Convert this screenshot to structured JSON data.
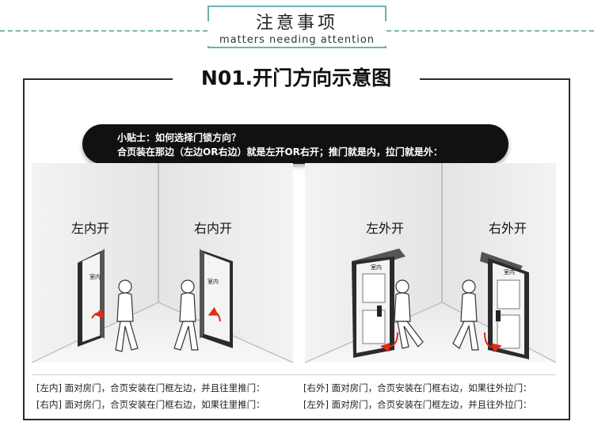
{
  "header": {
    "title": "注意事项",
    "subtitle": "matters needing attention"
  },
  "section": {
    "title": "N01.开门方向示意图"
  },
  "tip": {
    "line1": "小贴士：如何选择门锁方向？",
    "line2": "合页装在那边（左边OR右边）就是左开OR右开；推门就是内，拉门就是外："
  },
  "doors": [
    {
      "label": "左内开",
      "sign": "室内"
    },
    {
      "label": "右内开",
      "sign": "室内"
    },
    {
      "label": "左外开",
      "sign": "室内"
    },
    {
      "label": "右外开",
      "sign": "室内"
    }
  ],
  "captions": {
    "row1_left": "[左内] 面对房门，合页安装在门框左边，并且往里推门：",
    "row1_right": "[右外] 面对房门，合页安装在门框右边，如果往外拉门：",
    "row2_left": "[右内] 面对房门，合页安装在门框右边，如果往里推门：",
    "row2_right": "[左外] 面对房门，合页安装在门框左边，并且往外拉门："
  },
  "colors": {
    "accent": "#6fb3ae",
    "banner": "#111111",
    "arrow": "#e02a1a"
  }
}
